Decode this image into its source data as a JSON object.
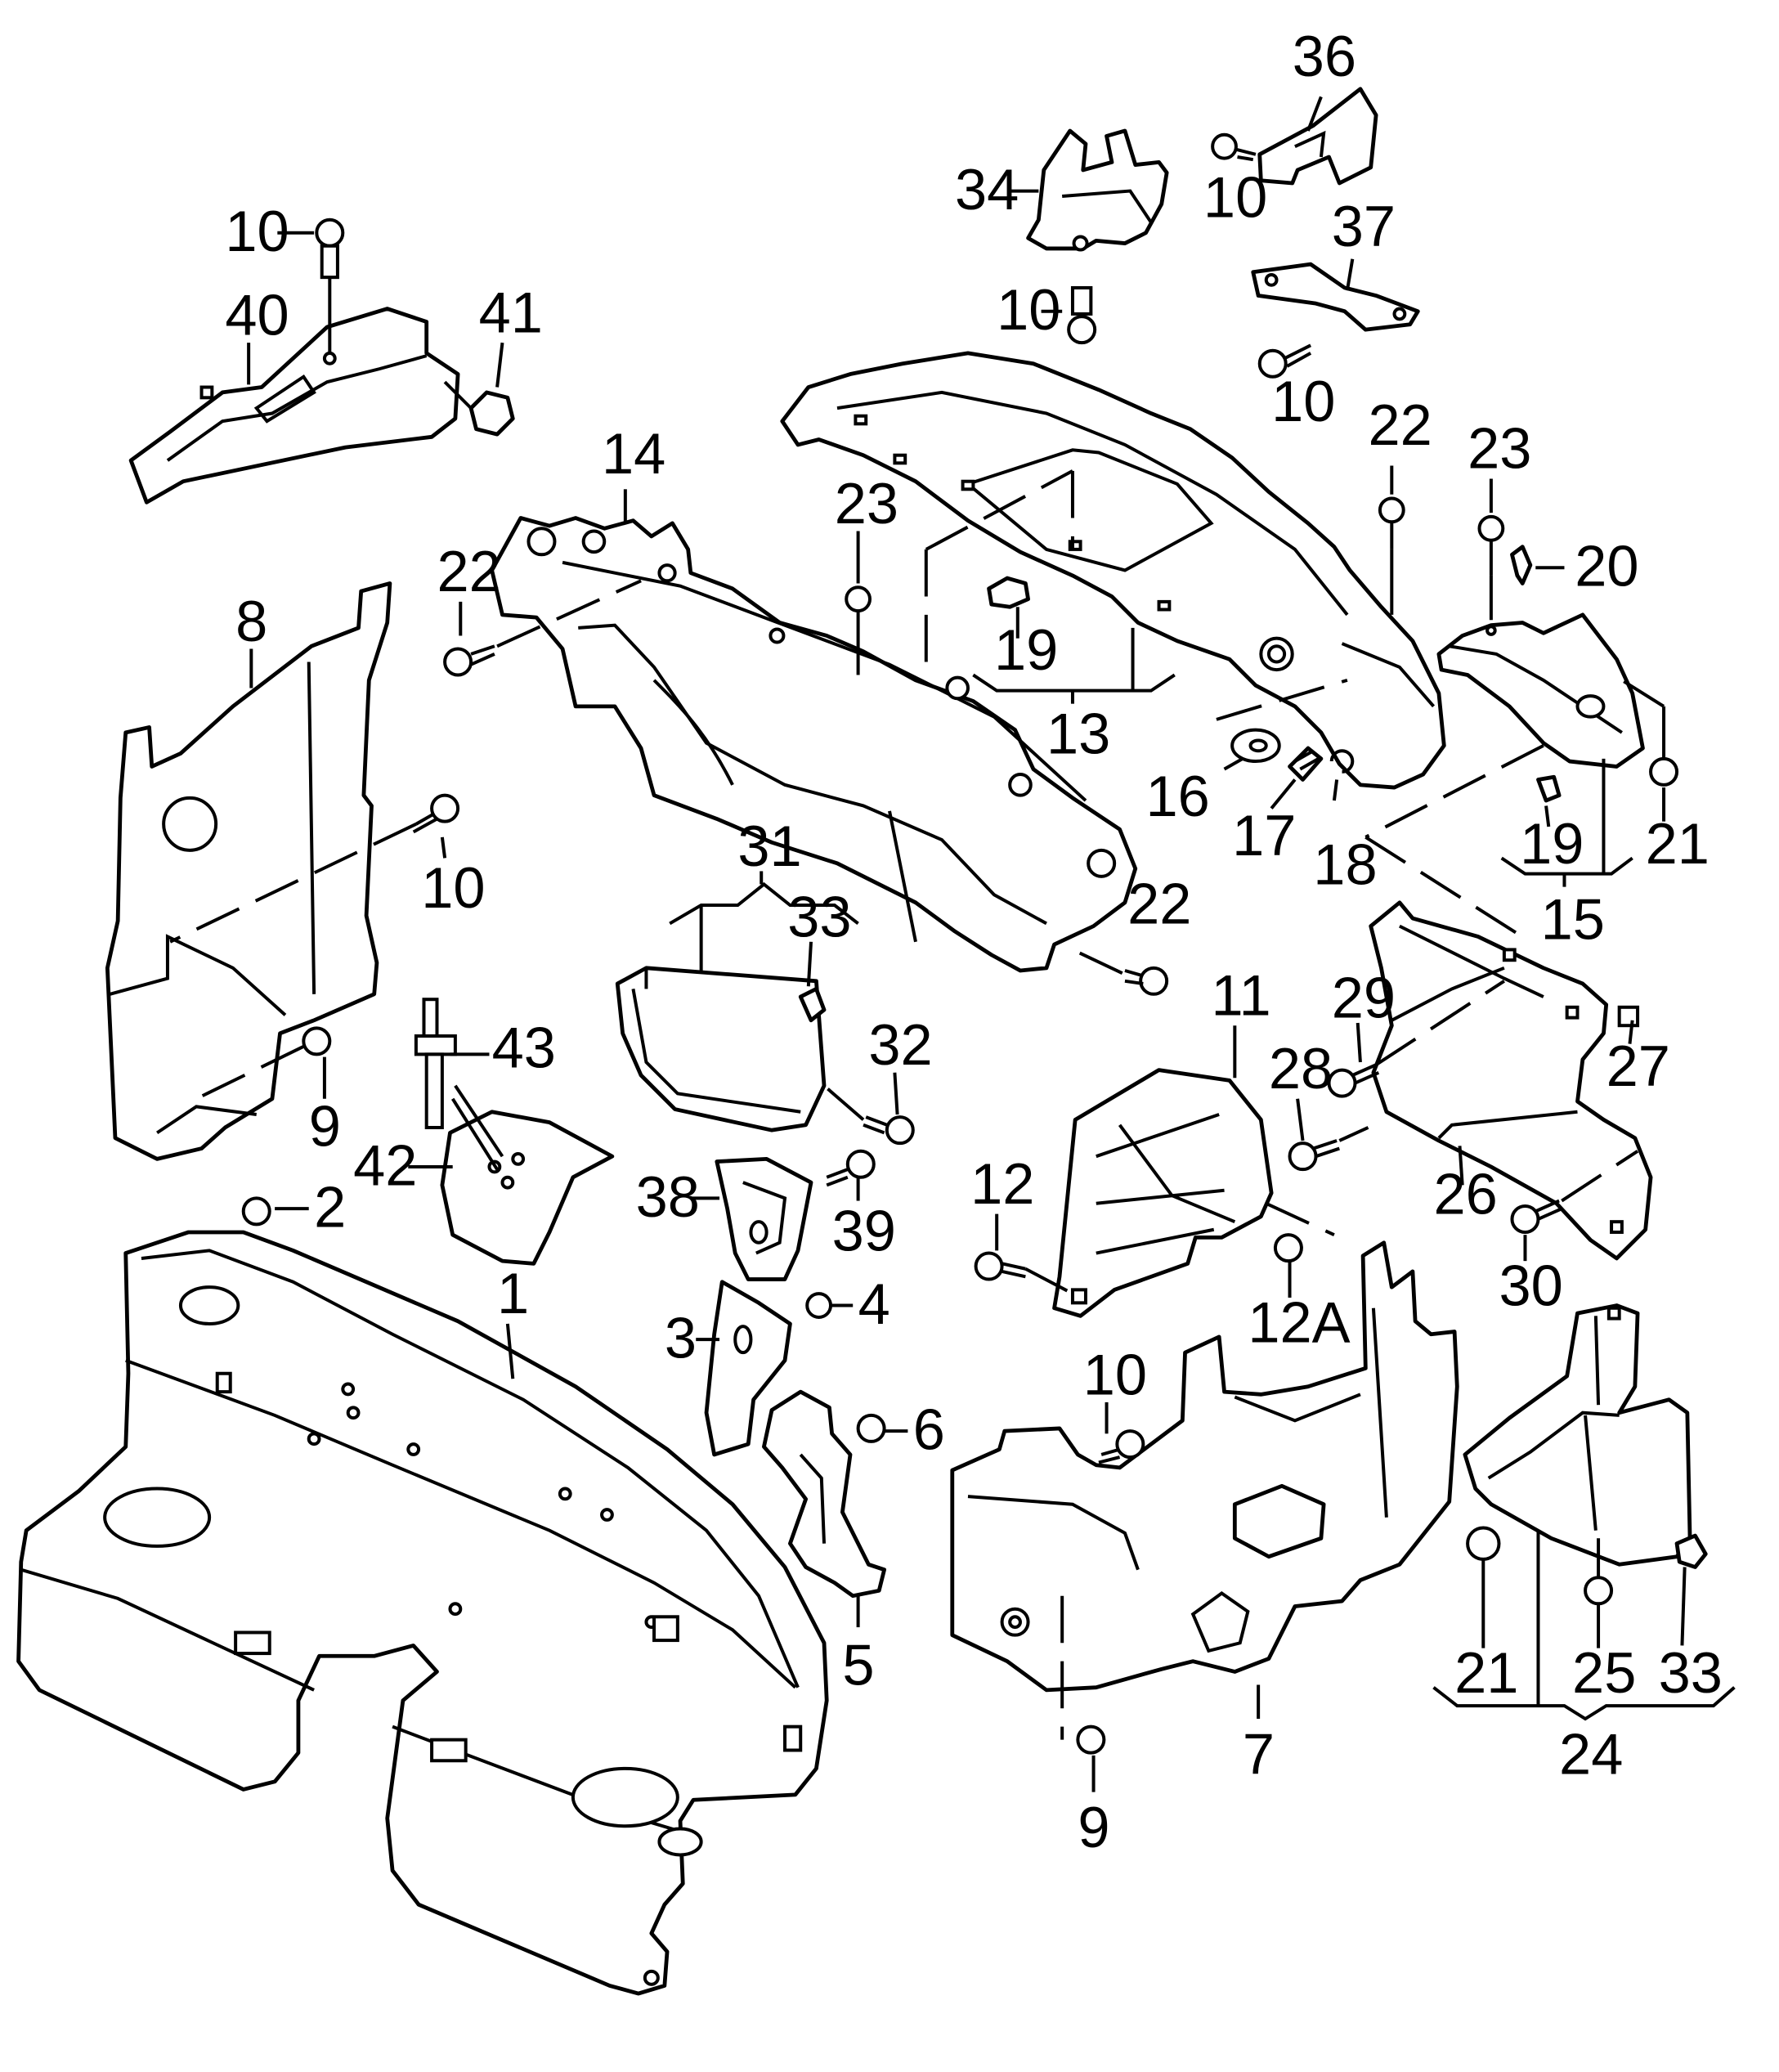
{
  "callouts": [
    {
      "id": "c36",
      "label": "36"
    },
    {
      "id": "c34",
      "label": "34"
    },
    {
      "id": "c10a",
      "label": "10"
    },
    {
      "id": "c10b",
      "label": "10"
    },
    {
      "id": "c10c",
      "label": "10"
    },
    {
      "id": "c10d",
      "label": "10"
    },
    {
      "id": "c37",
      "label": "37"
    },
    {
      "id": "c40",
      "label": "40"
    },
    {
      "id": "c41",
      "label": "41"
    },
    {
      "id": "c10e",
      "label": "10"
    },
    {
      "id": "c14",
      "label": "14"
    },
    {
      "id": "c22a",
      "label": "22"
    },
    {
      "id": "c22b",
      "label": "22"
    },
    {
      "id": "c22c",
      "label": "22"
    },
    {
      "id": "c23a",
      "label": "23"
    },
    {
      "id": "c23b",
      "label": "23"
    },
    {
      "id": "c20",
      "label": "20"
    },
    {
      "id": "c8",
      "label": "8"
    },
    {
      "id": "c19a",
      "label": "19"
    },
    {
      "id": "c19b",
      "label": "19"
    },
    {
      "id": "c13",
      "label": "13"
    },
    {
      "id": "c16",
      "label": "16"
    },
    {
      "id": "c17",
      "label": "17"
    },
    {
      "id": "c18",
      "label": "18"
    },
    {
      "id": "c21a",
      "label": "21"
    },
    {
      "id": "c15",
      "label": "15"
    },
    {
      "id": "c10f",
      "label": "10"
    },
    {
      "id": "c31",
      "label": "31"
    },
    {
      "id": "c33a",
      "label": "33"
    },
    {
      "id": "c32",
      "label": "32"
    },
    {
      "id": "c11",
      "label": "11"
    },
    {
      "id": "c29",
      "label": "29"
    },
    {
      "id": "c27",
      "label": "27"
    },
    {
      "id": "c28",
      "label": "28"
    },
    {
      "id": "c43",
      "label": "43"
    },
    {
      "id": "c9a",
      "label": "9"
    },
    {
      "id": "c42",
      "label": "42"
    },
    {
      "id": "c38",
      "label": "38"
    },
    {
      "id": "c39",
      "label": "39"
    },
    {
      "id": "c26",
      "label": "26"
    },
    {
      "id": "c12",
      "label": "12"
    },
    {
      "id": "c30",
      "label": "30"
    },
    {
      "id": "c2",
      "label": "2"
    },
    {
      "id": "c1",
      "label": "1"
    },
    {
      "id": "c4",
      "label": "4"
    },
    {
      "id": "c3",
      "label": "3"
    },
    {
      "id": "c12A",
      "label": "12A"
    },
    {
      "id": "c10g",
      "label": "10"
    },
    {
      "id": "c6",
      "label": "6"
    },
    {
      "id": "c5",
      "label": "5"
    },
    {
      "id": "c21b",
      "label": "21"
    },
    {
      "id": "c25",
      "label": "25"
    },
    {
      "id": "c33b",
      "label": "33"
    },
    {
      "id": "c7",
      "label": "7"
    },
    {
      "id": "c24",
      "label": "24"
    },
    {
      "id": "c9b",
      "label": "9"
    }
  ]
}
